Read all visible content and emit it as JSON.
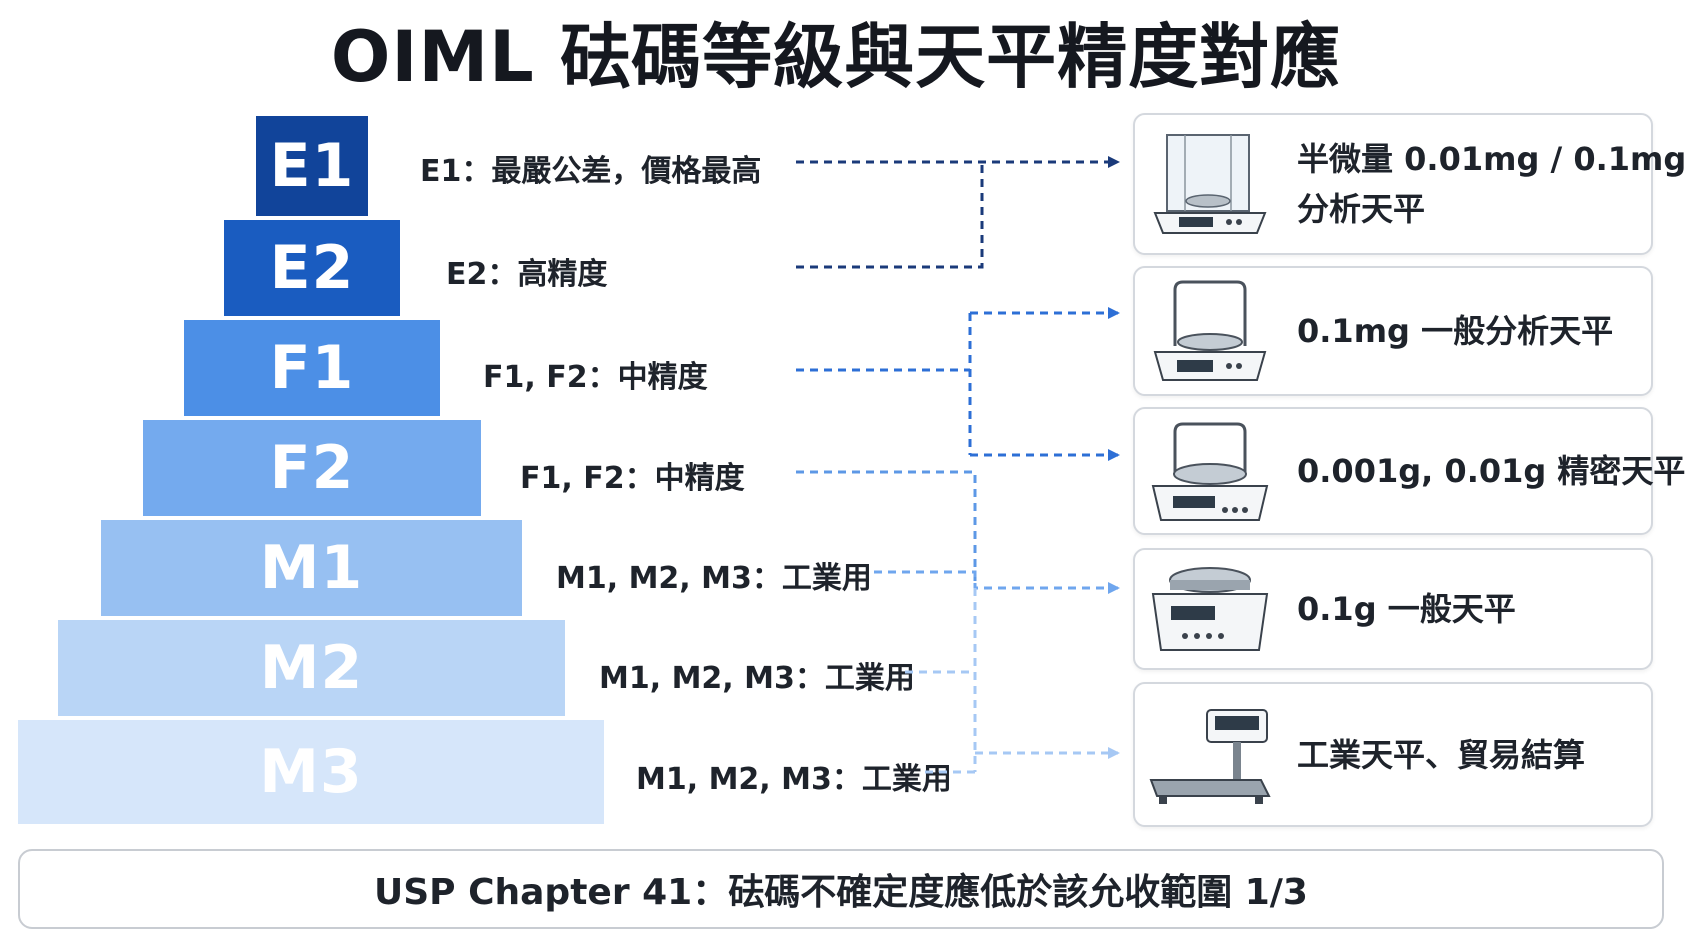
{
  "title": "OIML 砝碼等級與天平精度對應",
  "tiers": [
    {
      "grade": "E1",
      "label": "E1：最嚴公差，價格最高",
      "color": "#11449a"
    },
    {
      "grade": "E2",
      "label": "E2：高精度",
      "color": "#1a5cc0"
    },
    {
      "grade": "F1",
      "label": "F1, F2：中精度",
      "color": "#4c8fe6"
    },
    {
      "grade": "F2",
      "label": "F1, F2：中精度",
      "color": "#74aaee"
    },
    {
      "grade": "M1",
      "label": "M1, M2, M3：工業用",
      "color": "#97c0f2"
    },
    {
      "grade": "M2",
      "label": "M1, M2, M3：工業用",
      "color": "#b9d5f6"
    },
    {
      "grade": "M3",
      "label": "M1, M2, M3：工業用",
      "color": "#d6e6fa"
    }
  ],
  "balances": [
    {
      "line1": "半微量 0.01mg / 0.1mg",
      "line2": "分析天平",
      "icon": "semi-micro-balance-icon"
    },
    {
      "line1": "0.1mg 一般分析天平",
      "line2": "",
      "icon": "analytical-balance-icon"
    },
    {
      "line1": "0.001g, 0.01g 精密天平",
      "line2": "",
      "icon": "precision-balance-icon"
    },
    {
      "line1": "0.1g 一般天平",
      "line2": "",
      "icon": "general-balance-icon"
    },
    {
      "line1": "工業天平、貿易結算",
      "line2": "",
      "icon": "platform-scale-icon"
    }
  ],
  "footer": "USP Chapter 41：砝碼不確定度應低於該允收範圍 1/3"
}
